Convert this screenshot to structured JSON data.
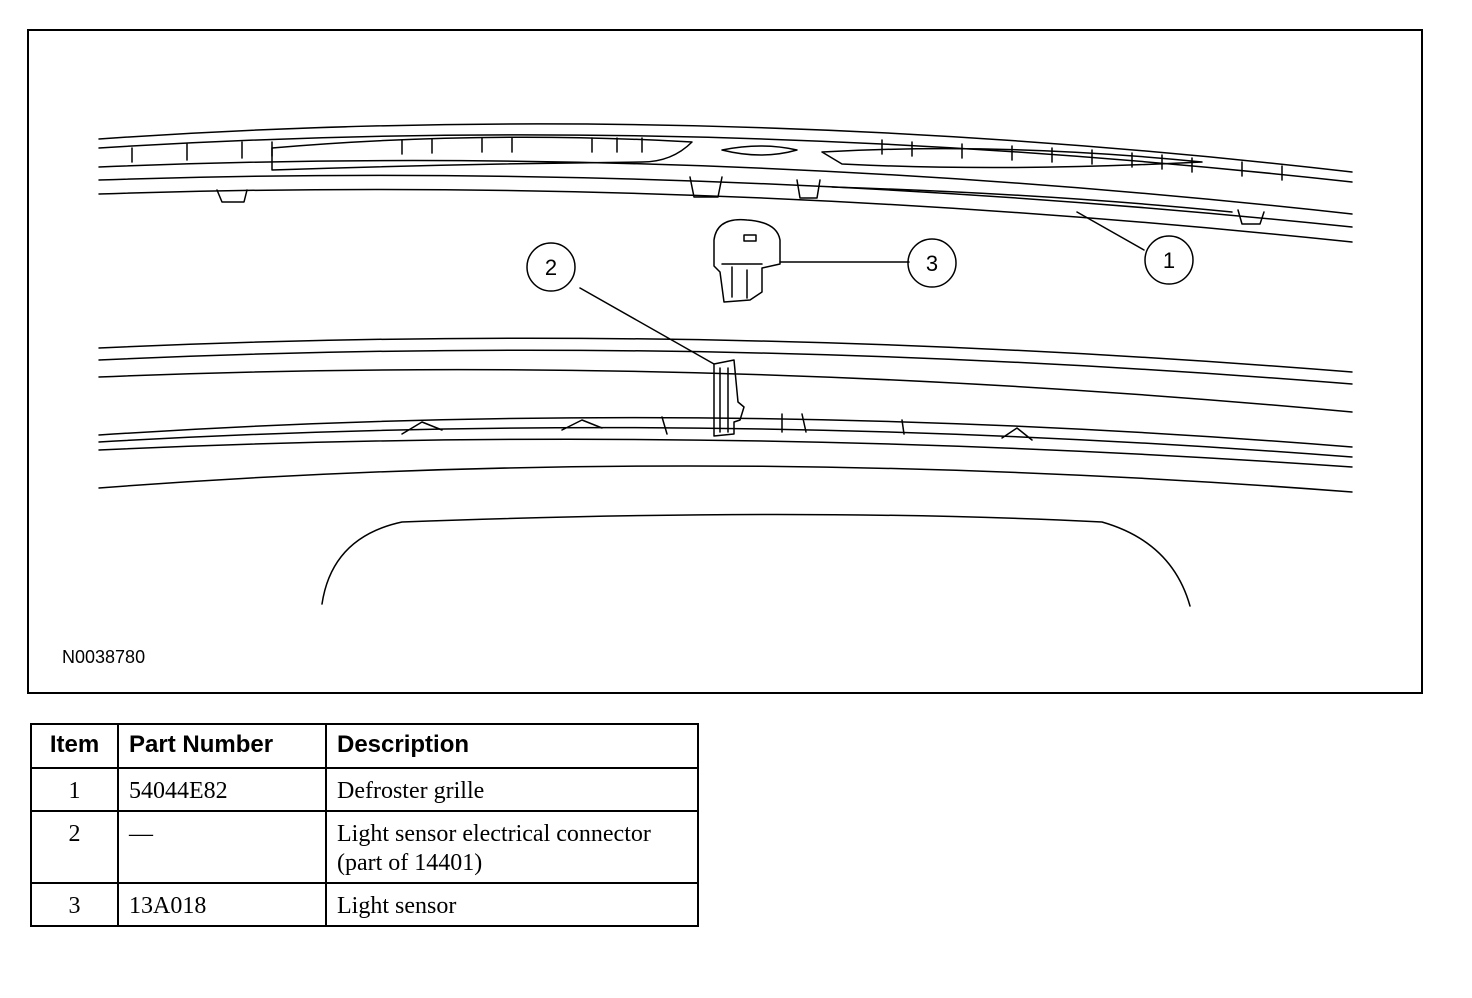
{
  "figure": {
    "id": "N0038780",
    "callouts": [
      "1",
      "2",
      "3"
    ]
  },
  "table": {
    "headers": {
      "item": "Item",
      "part_number": "Part Number",
      "description": "Description"
    },
    "rows": [
      {
        "item": "1",
        "part_number": "54044E82",
        "description": "Defroster grille"
      },
      {
        "item": "2",
        "part_number": "—",
        "description": "Light sensor electrical connector (part of 14401)"
      },
      {
        "item": "3",
        "part_number": "13A018",
        "description": "Light sensor"
      }
    ]
  }
}
